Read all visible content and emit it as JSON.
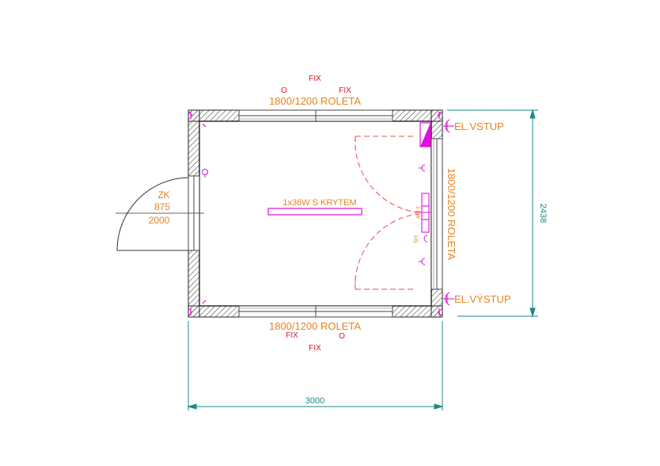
{
  "top_window": {
    "label": "1800/1200 ROLETA",
    "marks": {
      "fix_top": "FIX",
      "o": "O",
      "fix_right": "FIX"
    }
  },
  "bottom_window": {
    "label": "1800/1200 ROLETA",
    "marks": {
      "fix_left": "FIX",
      "o": "O",
      "fix_bottom": "FIX"
    }
  },
  "right_window": {
    "label": "1800/1200 ROLETA"
  },
  "door": {
    "type": "ZK",
    "width": "875",
    "height": "2000"
  },
  "light": {
    "label": "1x36W S KRYTEM"
  },
  "switch": {
    "kw_label": "1 kW",
    "hs_label": "HS"
  },
  "electrical": {
    "input": "EL.VSTUP",
    "output": "EL.VÝSTUP"
  },
  "dimensions": {
    "width": "3000",
    "depth": "2438"
  },
  "colors": {
    "wall": "#222222",
    "text_orange": "#e8821e",
    "text_red": "#e0141e",
    "dimension": "#1a8a8a",
    "electric": "#e010d8",
    "swing": "#e85050"
  }
}
